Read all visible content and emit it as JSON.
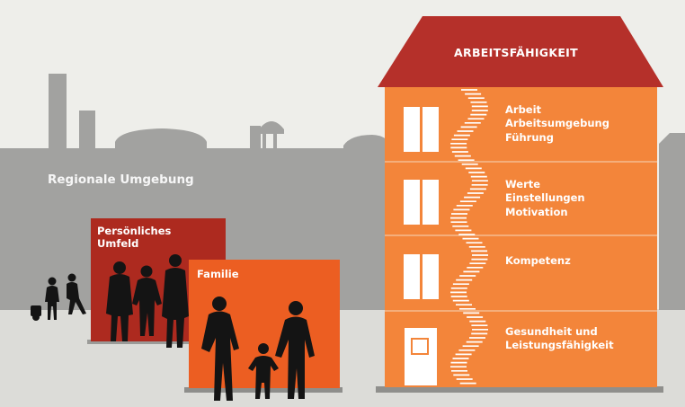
{
  "labels": {
    "regional": "Regionale Umgebung",
    "personal_line1": "Persönliches",
    "personal_line2": "Umfeld",
    "family": "Familie",
    "roof": "ARBEITSFÄHIGKEIT"
  },
  "floors": [
    {
      "lines": [
        "Arbeit",
        "Arbeitsumgebung",
        "Führung"
      ]
    },
    {
      "lines": [
        "Werte",
        "Einstellungen",
        "Motivation"
      ]
    },
    {
      "lines": [
        "Kompetenz"
      ]
    },
    {
      "lines": [
        "Gesundheit und",
        "Leistungsfähigkeit"
      ]
    }
  ],
  "colors": {
    "background": "#eeeeea",
    "cityscape": "#a2a2a0",
    "personal_panel": "#ad2a1f",
    "family_panel": "#ec5e22",
    "house_body": "#f3853a",
    "roof": "#b5302a",
    "ground": "#d8d8d4",
    "silhouette": "#141414"
  }
}
